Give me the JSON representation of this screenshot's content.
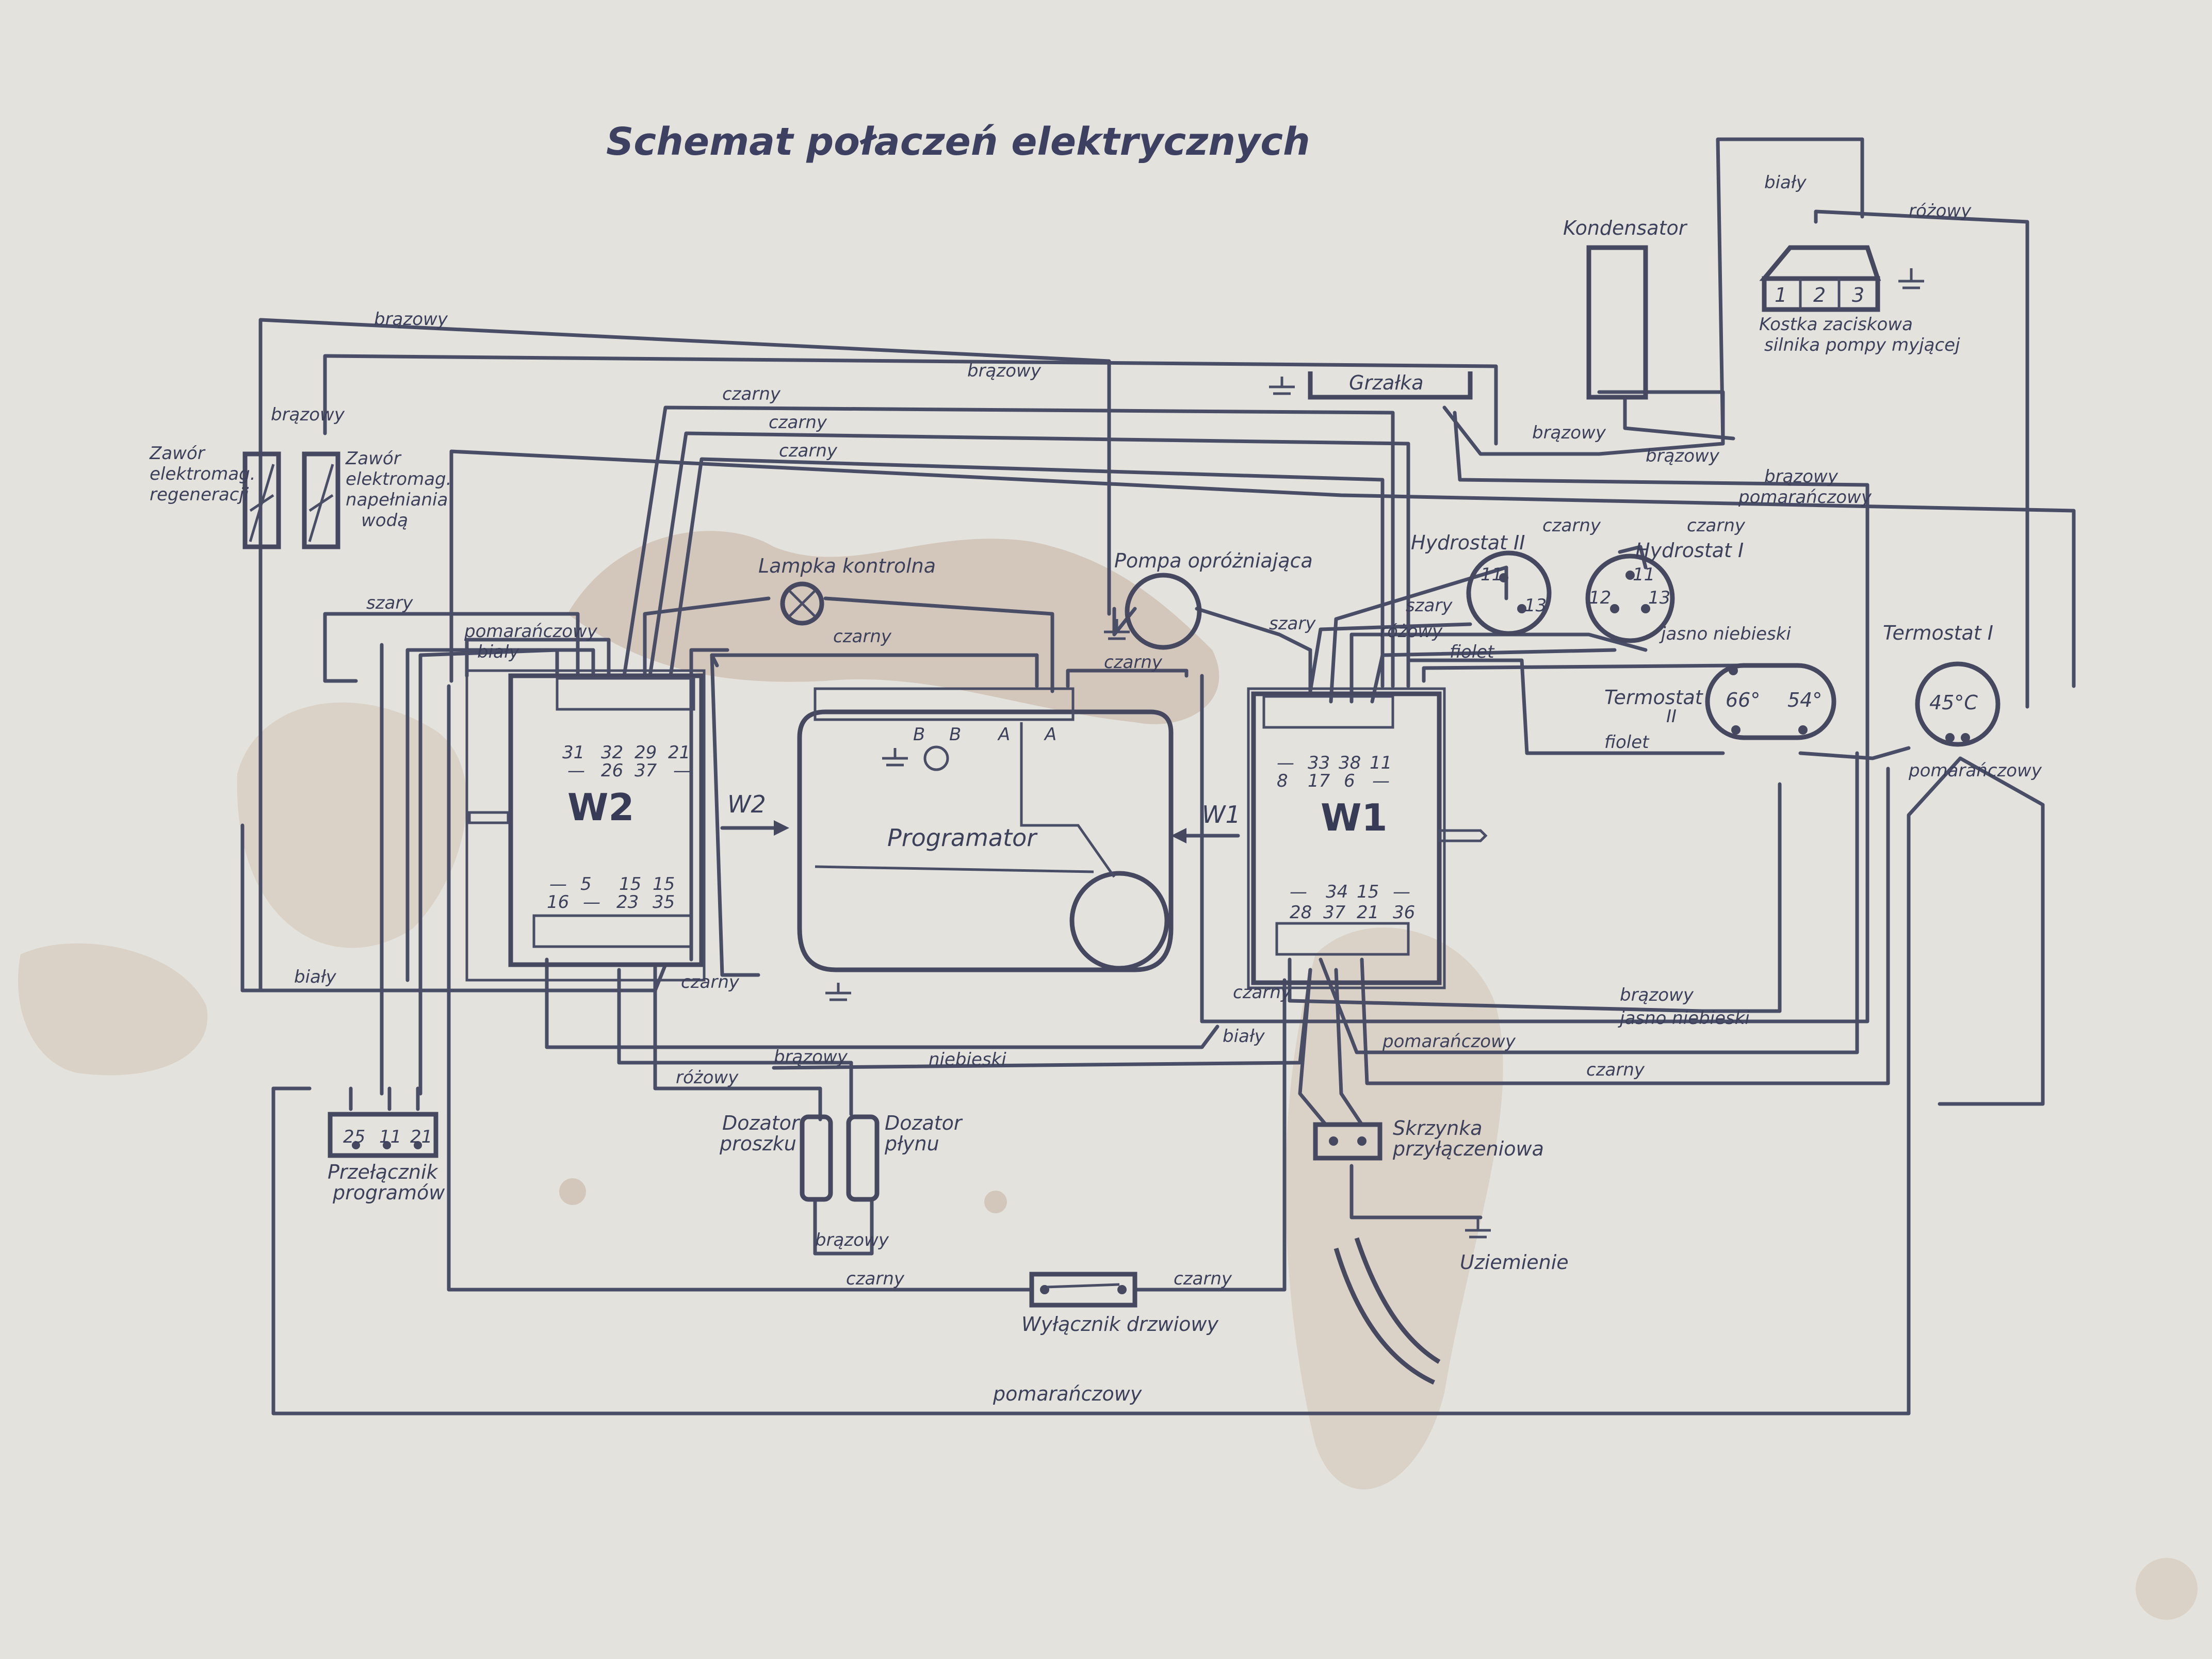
{
  "title": "Schemat połaczeń elektrycznych",
  "components": {
    "kondensator": "Kondensator",
    "kostka_line1": "Kostka zaciskowa",
    "kostka_line2": "silnika pompy myjącej",
    "kostka_terminals": [
      "1",
      "2",
      "3"
    ],
    "grzalka": "Grzałka",
    "zawor_regen_1": "Zawór",
    "zawor_regen_2": "elektromag.",
    "zawor_regen_3": "regeneracji",
    "zawor_fill_1": "Zawór",
    "zawor_fill_2": "elektromag.",
    "zawor_fill_3": "napełniania",
    "zawor_fill_4": "wodą",
    "lampka": "Lampka kontrolna",
    "pompa": "Pompa opróżniająca",
    "hydrostat_ii": "Hydrostat II",
    "hydrostat_i": "Hydrostat I",
    "termostat_ii_1": "Termostat",
    "termostat_ii_2": "II",
    "termostat_ii_t1": "66°",
    "termostat_ii_t2": "54°",
    "termostat_i": "Termostat I",
    "termostat_i_temp": "45°C",
    "w2": "W2",
    "w1": "W1",
    "w2_arrow": "W2",
    "w1_arrow": "W1",
    "programator": "Programator",
    "prog_terms": [
      "B",
      "B",
      "A",
      "A"
    ],
    "przelacznik_1": "Przełącznik",
    "przelacznik_2": "programów",
    "przelacznik_terms": [
      "25",
      "11",
      "21"
    ],
    "dozator_p_1": "Dozator",
    "dozator_p_2": "proszku",
    "dozator_l_1": "Dozator",
    "dozator_l_2": "płynu",
    "wylacznik": "Wyłącznik drzwiowy",
    "skrzynka_1": "Skrzynka",
    "skrzynka_2": "przyłączeniowa",
    "uziemienie": "Uziemienie"
  },
  "w2_top_numbers": [
    "31",
    "32",
    "29",
    "21",
    "—",
    "26",
    "37",
    "—"
  ],
  "w2_bottom_numbers": [
    "—",
    "5",
    "15",
    "15",
    "16",
    "—",
    "23",
    "35"
  ],
  "w1_top_numbers": [
    "—",
    "33",
    "38",
    "11",
    "8",
    "17",
    "6",
    "—"
  ],
  "w1_bottom_numbers": [
    "—",
    "34",
    "15",
    "—",
    "28",
    "37",
    "21",
    "36"
  ],
  "hydro_ii_terms": [
    "11",
    "13"
  ],
  "hydro_i_terms": [
    "11",
    "12",
    "13"
  ],
  "wire_labels": {
    "bialy_top": "biały",
    "rozowy_top": "różowy",
    "brazowy_top": "brązowy",
    "brazowy_2": "brązowy",
    "brazowy_valve": "brązowy",
    "czarny_1": "czarny",
    "czarny_2": "czarny",
    "czarny_3": "czarny",
    "brazowy_kond": "brązowy",
    "brazowy_kost": "brązowy",
    "brazowy_right": "brązowy",
    "pomaranczowy_right": "pomarańczowy",
    "czarny_h2": "czarny",
    "czarny_h1": "czarny",
    "szary_left": "szary",
    "pomaranczowy_w2": "pomarańczowy",
    "bialy_w2": "biały",
    "czarny_prog": "czarny",
    "czarny_w1": "czarny",
    "szary_pompa": "szary",
    "szary_h": "szary",
    "rozowy_h": "różowy",
    "fiolet_1": "fiolet",
    "fiolet_2": "fiolet",
    "jasno_1": "jasno niebieski",
    "pomaranczowy_t1": "pomarańczowy",
    "bialy_left": "biały",
    "czarny_w2": "czarny",
    "czarny_w1b": "czarny",
    "bialy_mid": "biały",
    "brazowy_bot": "brązowy",
    "jasno_2": "jasno niebieski",
    "pomaranczowy_mid": "pomarańczowy",
    "czarny_right": "czarny",
    "rozowy_doz": "różowy",
    "brazowy_doz": "brązowy",
    "niebieski": "niebieski",
    "brazowy_doz2": "brązowy",
    "czarny_door1": "czarny",
    "czarny_door2": "czarny",
    "pomaranczowy_bot": "pomarańczowy"
  },
  "colors": {
    "paper": "#e3e2dd",
    "ink": "#45485f",
    "stain": "#9a6a45"
  }
}
